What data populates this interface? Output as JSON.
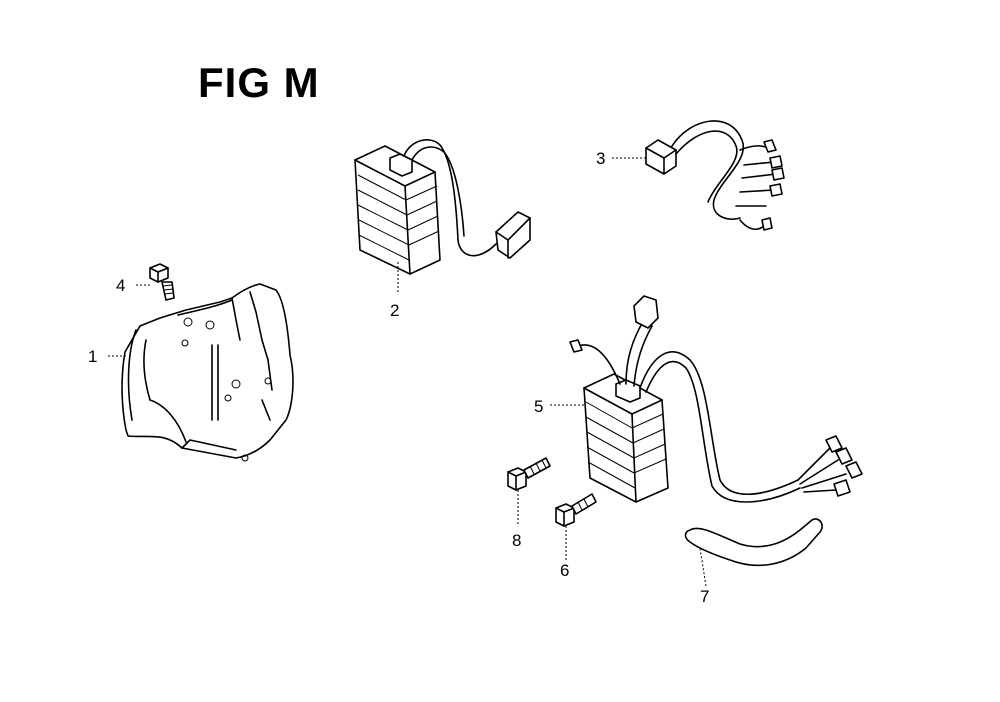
{
  "title": "FIG M",
  "callouts": [
    {
      "id": "1",
      "label": "1"
    },
    {
      "id": "2",
      "label": "2"
    },
    {
      "id": "3",
      "label": "3"
    },
    {
      "id": "4",
      "label": "4"
    },
    {
      "id": "5",
      "label": "5"
    },
    {
      "id": "6",
      "label": "6"
    },
    {
      "id": "7",
      "label": "7"
    },
    {
      "id": "8",
      "label": "8"
    }
  ]
}
